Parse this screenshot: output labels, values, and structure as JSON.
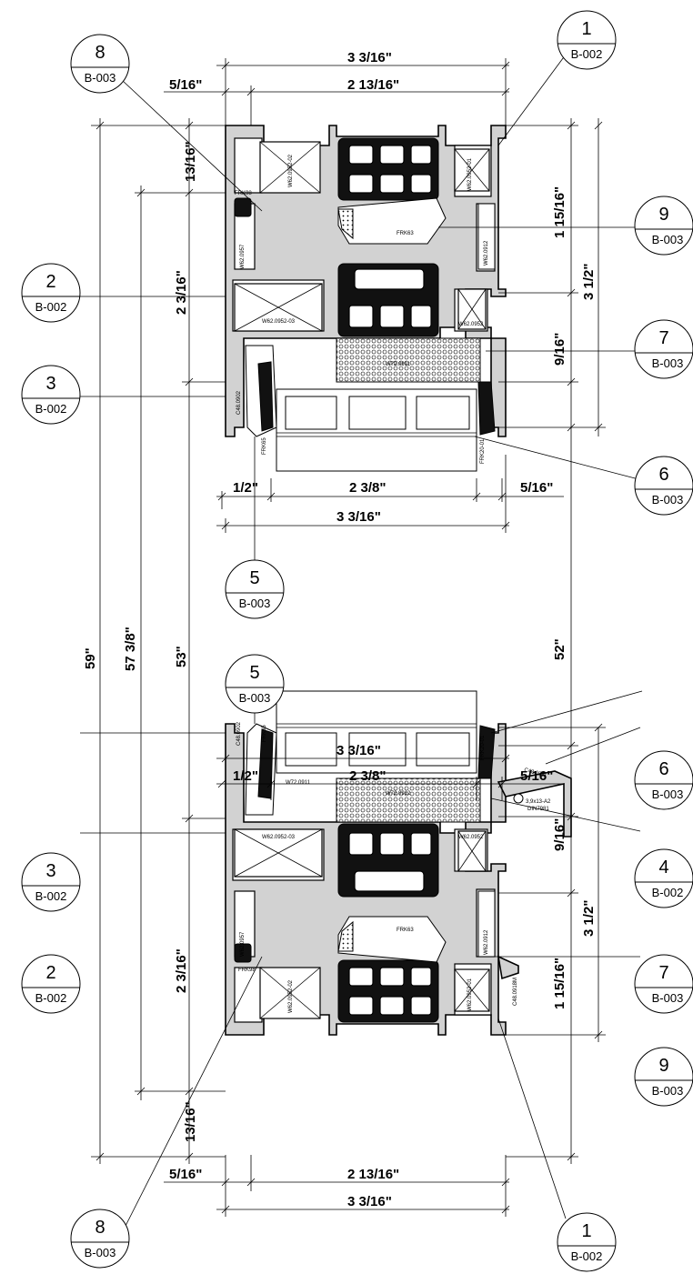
{
  "callouts": {
    "c1_top": {
      "num": "1",
      "ref": "B-002"
    },
    "c8_top": {
      "num": "8",
      "ref": "B-003"
    },
    "c9_top": {
      "num": "9",
      "ref": "B-003"
    },
    "c2_top": {
      "num": "2",
      "ref": "B-002"
    },
    "c7_top": {
      "num": "7",
      "ref": "B-003"
    },
    "c3_top": {
      "num": "3",
      "ref": "B-002"
    },
    "c6_top": {
      "num": "6",
      "ref": "B-003"
    },
    "c5_top": {
      "num": "5",
      "ref": "B-003"
    },
    "c5_bot": {
      "num": "5",
      "ref": "B-003"
    },
    "c6_bot": {
      "num": "6",
      "ref": "B-003"
    },
    "c3_bot": {
      "num": "3",
      "ref": "B-002"
    },
    "c4_bot": {
      "num": "4",
      "ref": "B-002"
    },
    "c2_bot": {
      "num": "2",
      "ref": "B-002"
    },
    "c7_bot": {
      "num": "7",
      "ref": "B-003"
    },
    "c9_bot": {
      "num": "9",
      "ref": "B-003"
    },
    "c8_bot": {
      "num": "8",
      "ref": "B-003"
    },
    "c1_bot": {
      "num": "1",
      "ref": "B-002"
    }
  },
  "dimensions": {
    "top_overall": "3 3/16\"",
    "top_left": "5/16\"",
    "top_inner": "2 13/16\"",
    "top_frame_depth": "13/16\"",
    "top_1_15_16": "1 15/16\"",
    "top_3_1_2": "3 1/2\"",
    "top_2_3_16": "2 3/16\"",
    "top_9_16": "9/16\"",
    "top_sash_left": "1/2\"",
    "top_glass": "2 3/8\"",
    "top_sash_right": "5/16\"",
    "top_sash_overall": "3 3/16\"",
    "total_59": "59\"",
    "total_57_3_8": "57 3/8\"",
    "total_53": "53\"",
    "total_52": "52\"",
    "bot_sash_overall": "3 3/16\"",
    "bot_sash_left": "1/2\"",
    "bot_glass": "2 3/8\"",
    "bot_sash_right": "5/16\"",
    "bot_9_16": "9/16\"",
    "bot_2_3_16": "2 3/16\"",
    "bot_3_1_2": "3 1/2\"",
    "bot_1_15_16": "1 15/16\"",
    "bot_frame_depth": "13/16\"",
    "bot_left": "5/16\"",
    "bot_inner": "2 13/16\"",
    "bot_overall": "3 3/16\""
  },
  "part_labels": {
    "w62_0952_02": "W62.0952-02",
    "w62_0952_01": "W62.0952-01",
    "w62_0952_03": "W62.0952-03",
    "w62_0952": "W62.0952",
    "w62_0957": "W62.0957",
    "w62_0912": "W62.0912",
    "frk63": "FRK63",
    "frk98": "FRK98",
    "frk65": "FRK65",
    "frk20_01": "FRK20-01",
    "c48_0902": "C48.0902",
    "w72_0911": "W72.0911",
    "w72_0912": "W72.0912",
    "c48_0811": "C48.0811",
    "c48_0918m": "C48.0918M",
    "screw": "3,9x13-A2",
    "din": "DIN7981"
  }
}
